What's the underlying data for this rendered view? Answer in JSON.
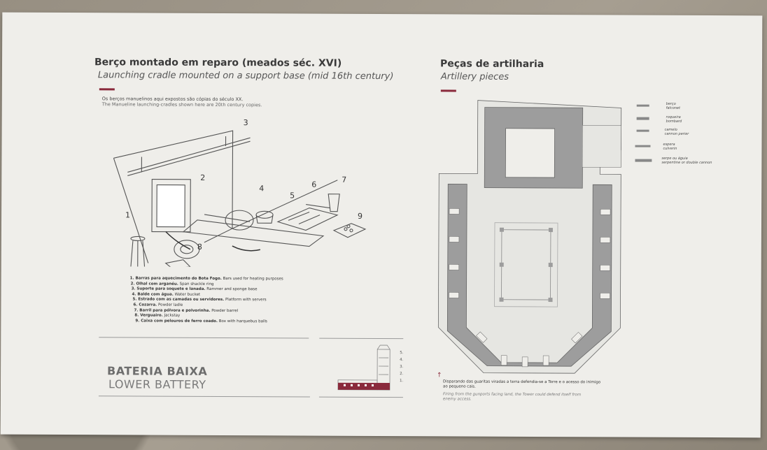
{
  "left": {
    "title": "Berço montado em reparo (meados séc. XVI)",
    "subtitle": "Launching cradle mounted on a support base (mid 16th century)",
    "note_pt": "Os berços manuelinos aqui expostos são cópias do século XX.",
    "note_en": "The Manueline launching-cradles shown here are 20th century copies.",
    "diagram_numbers": [
      "1",
      "2",
      "3",
      "4",
      "5",
      "6",
      "7",
      "8",
      "9"
    ],
    "legend": [
      {
        "pt": "1. Barras para aquecimento do Bota Fogo.",
        "en": "Bars used for heating purposes"
      },
      {
        "pt": "2. Olhal com arganéu.",
        "en": "Span shackle ring"
      },
      {
        "pt": "3. Suporte para soquete e lanada.",
        "en": "Rammer and sponge base"
      },
      {
        "pt": "4. Balde com água.",
        "en": "Water bucket"
      },
      {
        "pt": "5. Estrado com as camadas ou servidores.",
        "en": "Platform with servers"
      },
      {
        "pt": "6. Cozarra.",
        "en": "Powder ladle"
      },
      {
        "pt": "7. Barril para pólvora e polvorinha.",
        "en": "Powder barrel"
      },
      {
        "pt": "8. Verguairo.",
        "en": "Jackstay"
      },
      {
        "pt": "9. Caixa com pelouros de ferro coado.",
        "en": "Box with harquebus balls"
      }
    ],
    "battery_pt": "BATERIA BAIXA",
    "battery_en": "LOWER BATTERY",
    "tower_levels": [
      "5.",
      "4.",
      "3.",
      "2.",
      "1."
    ]
  },
  "right": {
    "title": "Peças de artilharia",
    "subtitle": "Artillery pieces",
    "pieces": [
      {
        "pt": "berço",
        "en": "falconet"
      },
      {
        "pt": "roqueira",
        "en": "bombard"
      },
      {
        "pt": "camelo",
        "en": "cannon perier"
      },
      {
        "pt": "espera",
        "en": "culverin"
      },
      {
        "pt": "serpe ou águia",
        "en": "serpentine or double cannon"
      }
    ],
    "caption_pt": "Disparando das guaritas viradas a terra defendia-se a Torre e o acesso do inimigo ao pequeno cais.",
    "caption_en": "Firing from the gunports facing land, the Tower could defend itself from enemy access."
  },
  "colors": {
    "accent": "#8a2a3c",
    "wall": "#9d9d9d"
  }
}
